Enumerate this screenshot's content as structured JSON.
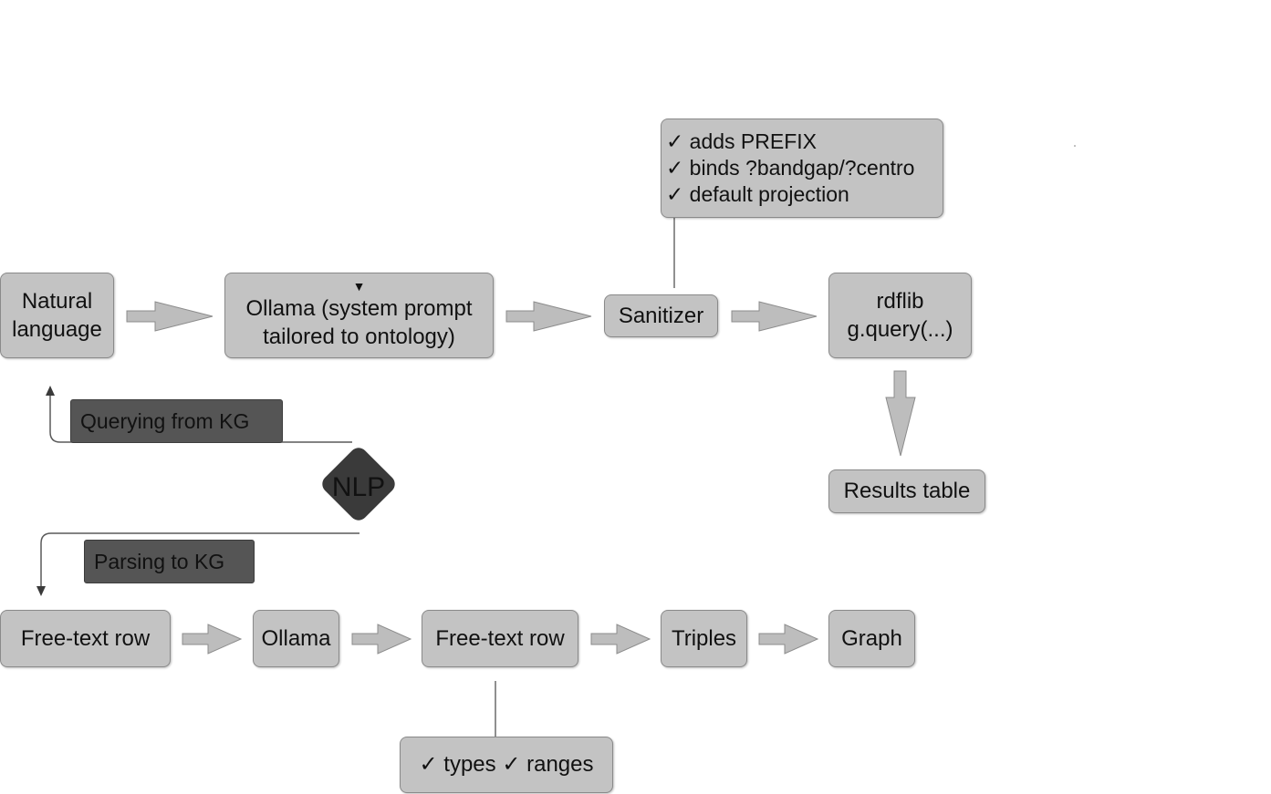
{
  "top_row": {
    "natural_language": [
      "Natural",
      "language"
    ],
    "ollama_prompt": [
      "Ollama (system prompt",
      "tailored to ontology)"
    ],
    "sanitizer": "Sanitizer",
    "rdflib": [
      "rdflib",
      "g.query(...)"
    ],
    "results_table": "Results table"
  },
  "sanitizer_note": {
    "lines": [
      "✓ adds PREFIX",
      "✓ binds ?bandgap/?centro",
      "✓ default projection"
    ]
  },
  "branch_labels": {
    "querying": "Querying from KG",
    "parsing": "Parsing to KG",
    "nlp": "NLP"
  },
  "bottom_row": {
    "free_text_row_1": "Free-text row",
    "ollama": "Ollama",
    "free_text_row_2": "Free-text row",
    "triples": "Triples",
    "graph": "Graph"
  },
  "validation_note": "✓ types ✓ ranges",
  "colors": {
    "box_fill": "#c3c3c3",
    "dark_label": "#555555",
    "nlp_diamond": "#3a3a3a",
    "arrow_fill": "#bdbdbd"
  }
}
